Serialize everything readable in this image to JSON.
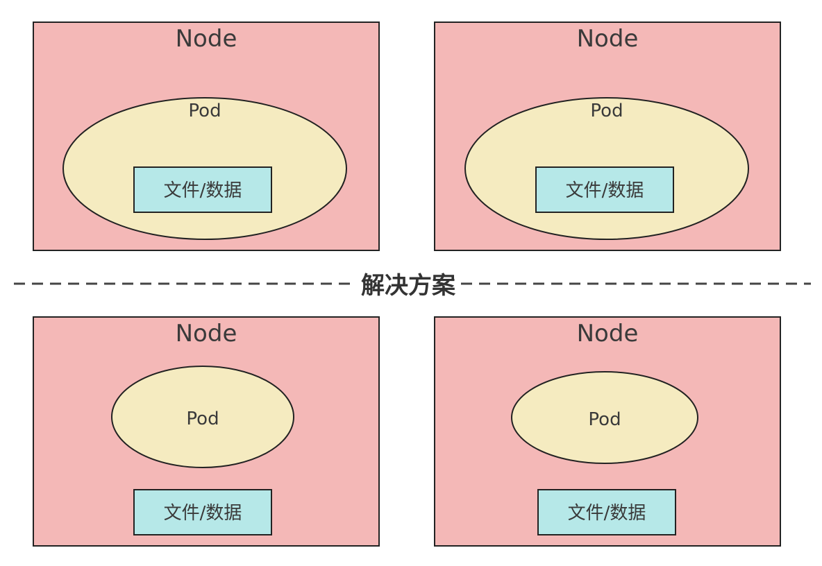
{
  "colors": {
    "node_fill": "#f4b8b7",
    "pod_fill": "#f5ebc0",
    "data_fill": "#b6e8e8",
    "stroke": "#222222",
    "text": "#3a3a3a"
  },
  "before": {
    "nodes": [
      {
        "title": "Node",
        "pod_label": "Pod",
        "data_label": "文件/数据"
      },
      {
        "title": "Node",
        "pod_label": "Pod",
        "data_label": "文件/数据"
      }
    ]
  },
  "divider": {
    "label": "解决方案"
  },
  "after": {
    "nodes": [
      {
        "title": "Node",
        "pod_label": "Pod",
        "data_label": "文件/数据"
      },
      {
        "title": "Node",
        "pod_label": "Pod",
        "data_label": "文件/数据"
      }
    ]
  }
}
